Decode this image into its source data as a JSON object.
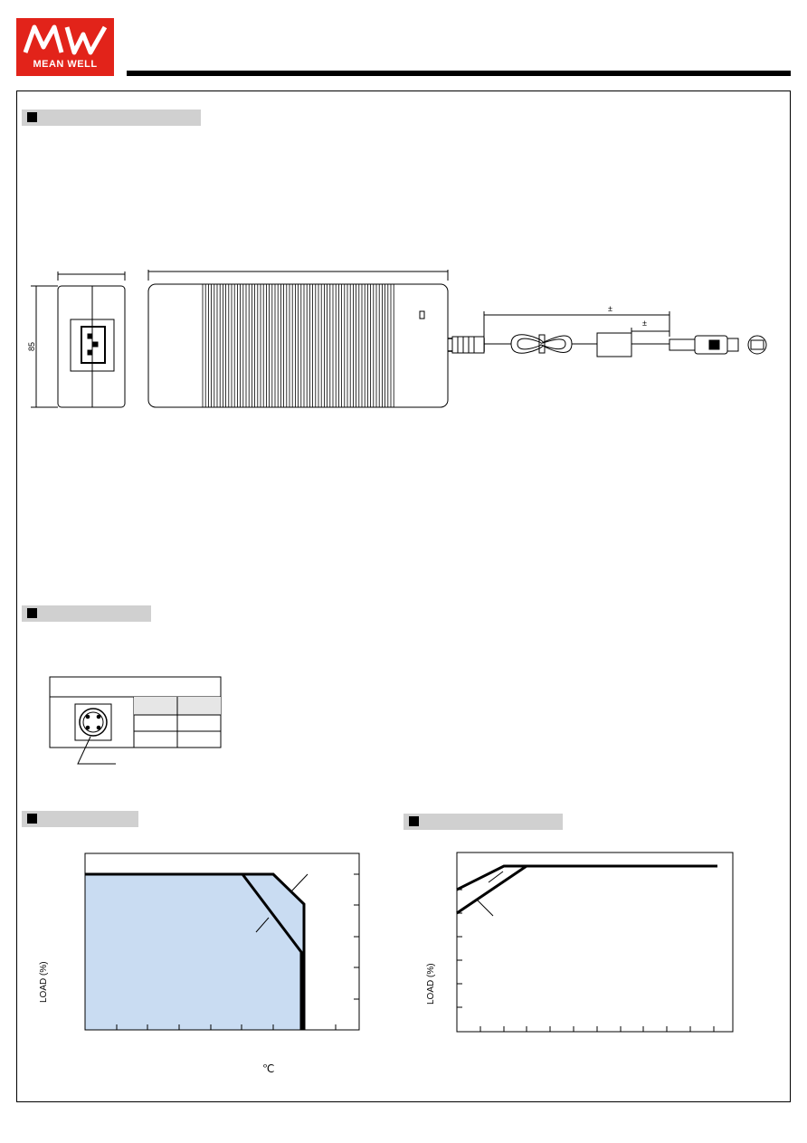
{
  "header": {
    "logo_text": "MEAN WELL",
    "logo_mark": "MW",
    "brand_color": "#e2231a"
  },
  "mechanical": {
    "height_dimension": "85",
    "plus_minus_1": "±",
    "plus_minus_2": "±"
  },
  "connector": {},
  "derating_curve": {
    "axis_label": "LOAD (%)",
    "unit_label": "℃",
    "fill_color": "#c9dcf2"
  },
  "output_derating": {
    "axis_label": "LOAD (%)"
  }
}
